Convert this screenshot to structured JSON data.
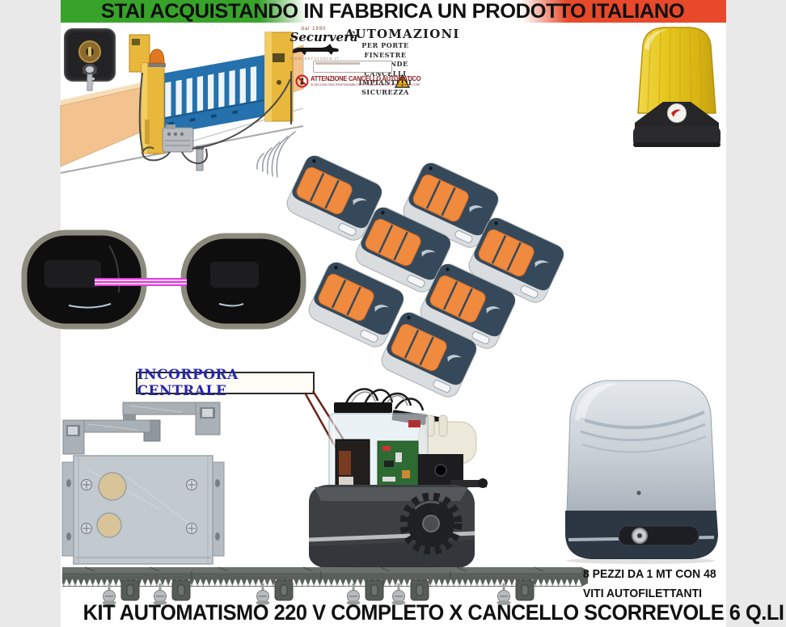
{
  "banner": {
    "text": "STAI ACQUISTANDO IN FABBRICA UN PRODOTTO ITALIANO",
    "green": "#38a32b",
    "red": "#e8492b"
  },
  "brand": {
    "est": "dal 1980",
    "name": "Securverà",
    "website": "www.securvera.it",
    "heading": "AUTOMAZIONI",
    "line1": "PER PORTE FINESTRE",
    "line2": "SERRANDE CANCELLI",
    "line3": "IMPIANTI DI SICUREZZA"
  },
  "warning_sign": {
    "title": "ATTENZIONE CANCELLO AUTOMATICO",
    "subtitle": "SI DECLINA OGNI RESPONSABILITÀ PER DANNI CAUSATI A PERSONE O COSE"
  },
  "callout": {
    "label": "INCORPORA CENTRALE"
  },
  "rack_note": {
    "line1": "8 PEZZI DA 1 MT CON 48",
    "line2": "VITI AUTOFILETTANTI"
  },
  "footer": {
    "title": "KIT AUTOMATISMO 220 V COMPLETO X CANCELLO SCORREVOLE 6 Q.LI"
  },
  "items": {
    "remotes_count": 7,
    "remote": "telecomando 3 tasti",
    "photocells": "coppia fotocellule",
    "flasher": "lampeggiante",
    "key_switch": "selettore a chiave",
    "motor": "motoriduttore con centrale",
    "rack": "cremagliera"
  },
  "colors": {
    "beam_magenta": "#dd3ddd",
    "remote_navy": "#36495a",
    "remote_orange": "#ef8a3e",
    "lamp_yellow": "#e7c71f",
    "metal_grey": "#c2cad0"
  }
}
